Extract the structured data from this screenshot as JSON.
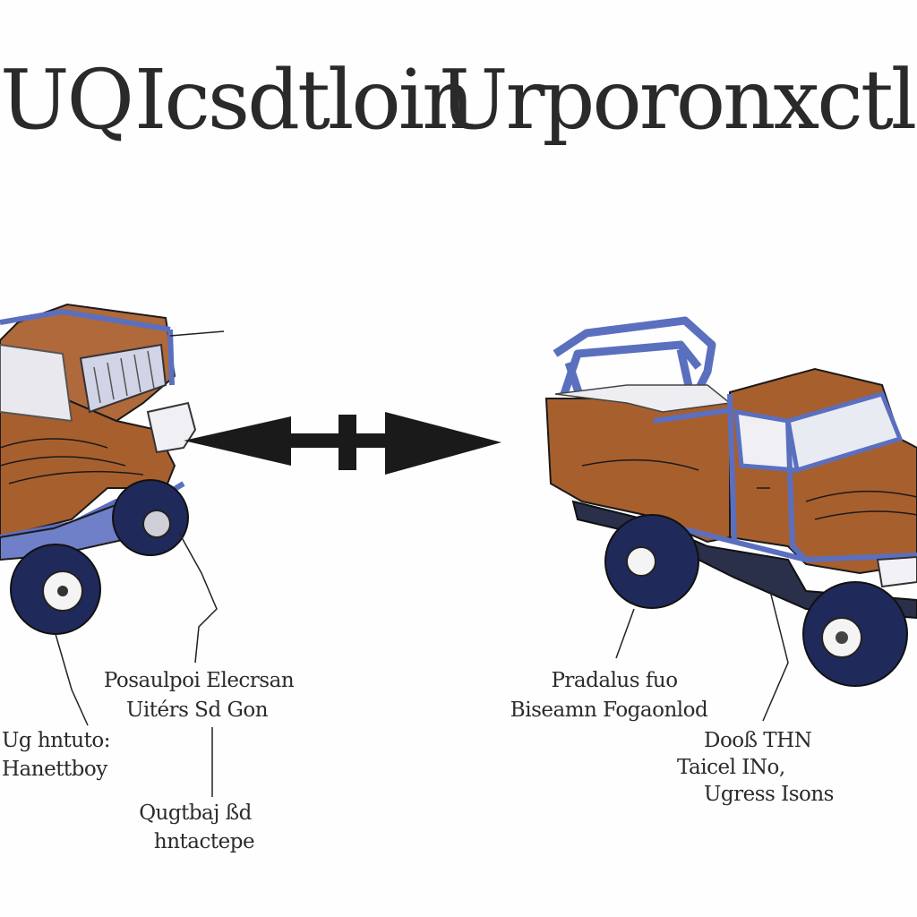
{
  "title": {
    "left": "UQ",
    "middle": "Icsdtloin",
    "right": "Urporonxctlon"
  },
  "colors": {
    "body": "#a85f2e",
    "frame": "#5b6fbf",
    "tire": "#1f2a5a",
    "ink": "#1a1a1a"
  },
  "labels": {
    "left_center_1": "Posaulpoi Elecrsan",
    "left_center_2": "Uitérs Sd Gon",
    "left_far_1": "Ug hntuto:",
    "left_far_2": "Hanettboy",
    "left_bottom_1": "Qugtbaj ßd",
    "left_bottom_2": "hntactepe",
    "right_center_1": "Pradalus fuo",
    "right_center_2": "Biseamn Fogaonlod",
    "right_far_1": "Dooß THN",
    "right_far_2": "Taicel INo,",
    "right_far_3": "Ugress Isons"
  }
}
